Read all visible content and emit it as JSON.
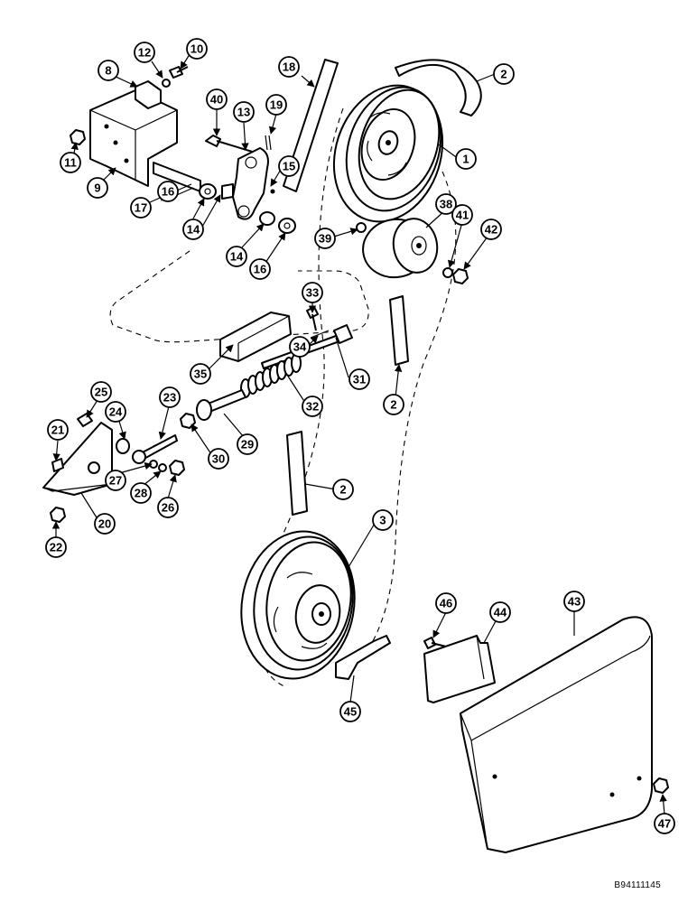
{
  "figure_code": "B94111145",
  "callouts": [
    "1",
    "2",
    "3",
    "8",
    "9",
    "10",
    "11",
    "12",
    "13",
    "14",
    "15",
    "16",
    "17",
    "18",
    "19",
    "20",
    "21",
    "22",
    "23",
    "24",
    "25",
    "26",
    "27",
    "28",
    "29",
    "30",
    "31",
    "32",
    "33",
    "34",
    "35",
    "38",
    "39",
    "40",
    "41",
    "42",
    "43",
    "44",
    "45",
    "46",
    "47"
  ]
}
